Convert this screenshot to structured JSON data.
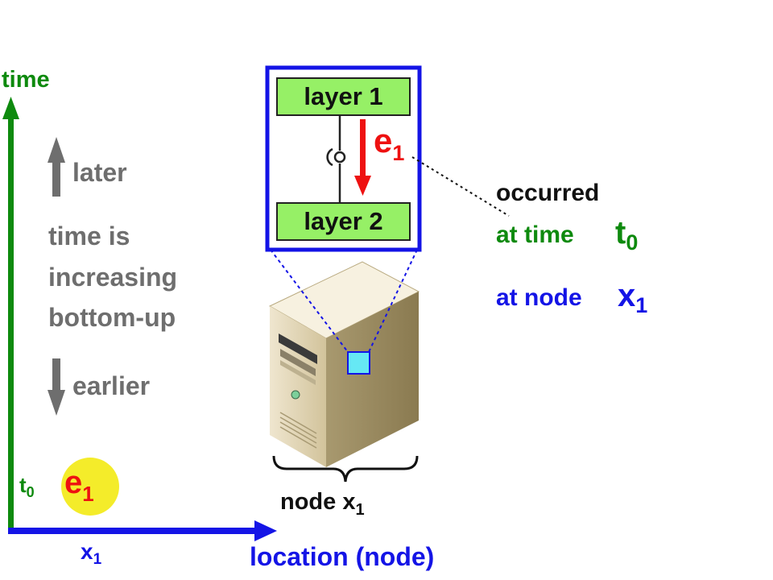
{
  "axes": {
    "y_label": "time",
    "x_label": "location (node)",
    "y_tick": {
      "base": "t",
      "sub": "0"
    },
    "x_tick": {
      "base": "x",
      "sub": "1"
    }
  },
  "legend": {
    "later": "later",
    "earlier": "earlier",
    "explanation": [
      "time is",
      "increasing",
      "bottom-up"
    ]
  },
  "event": {
    "base": "e",
    "sub": "1"
  },
  "layers": {
    "top": "layer 1",
    "bottom": "layer 2"
  },
  "node_caption": {
    "base": "node x",
    "sub": "1"
  },
  "annotation": {
    "occurred": "occurred",
    "at_time_prefix": "at time",
    "time_symbol": {
      "base": "t",
      "sub": "0"
    },
    "at_node_prefix": "at node",
    "node_symbol": {
      "base": "x",
      "sub": "1"
    }
  },
  "colors": {
    "time_axis": "#0e8a0e",
    "location_axis": "#1414e6",
    "event": "#ee1111",
    "event_dot": "#f4ec2a",
    "layer_fill": "#96f066",
    "zoom_frame": "#1414e6",
    "gray_text": "#6e6e6e",
    "port_square": "#66e8f4"
  },
  "icons": [
    "up-arrow-icon",
    "down-arrow-icon",
    "server-tower-icon",
    "brace-icon",
    "socket-connector-icon"
  ]
}
